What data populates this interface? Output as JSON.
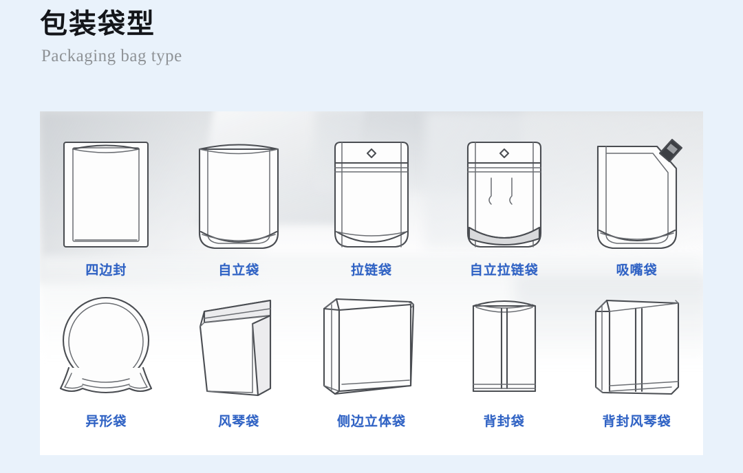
{
  "header": {
    "title_cn": "包装袋型",
    "title_en": "Packaging bag type"
  },
  "colors": {
    "page_background": "#e9f2fb",
    "panel_background": "#ffffff",
    "label_blue": "#2f62c4",
    "title_black": "#14161a",
    "subtitle_gray": "#8f9397",
    "line_stroke": "#4a4d52"
  },
  "gallery": {
    "rows": [
      {
        "items": [
          {
            "label": "四边封",
            "icon": "four-side-seal-bag-icon"
          },
          {
            "label": "自立袋",
            "icon": "stand-up-pouch-icon"
          },
          {
            "label": "拉链袋",
            "icon": "zipper-bag-icon"
          },
          {
            "label": "自立拉链袋",
            "icon": "stand-up-zipper-pouch-icon"
          },
          {
            "label": "吸嘴袋",
            "icon": "spouted-pouch-icon"
          }
        ]
      },
      {
        "items": [
          {
            "label": "异形袋",
            "icon": "shaped-pouch-icon"
          },
          {
            "label": "风琴袋",
            "icon": "gusset-bag-icon"
          },
          {
            "label": "侧边立体袋",
            "icon": "side-gusset-box-bag-icon"
          },
          {
            "label": "背封袋",
            "icon": "back-seal-bag-icon"
          },
          {
            "label": "背封风琴袋",
            "icon": "back-seal-gusset-bag-icon"
          }
        ]
      }
    ]
  }
}
